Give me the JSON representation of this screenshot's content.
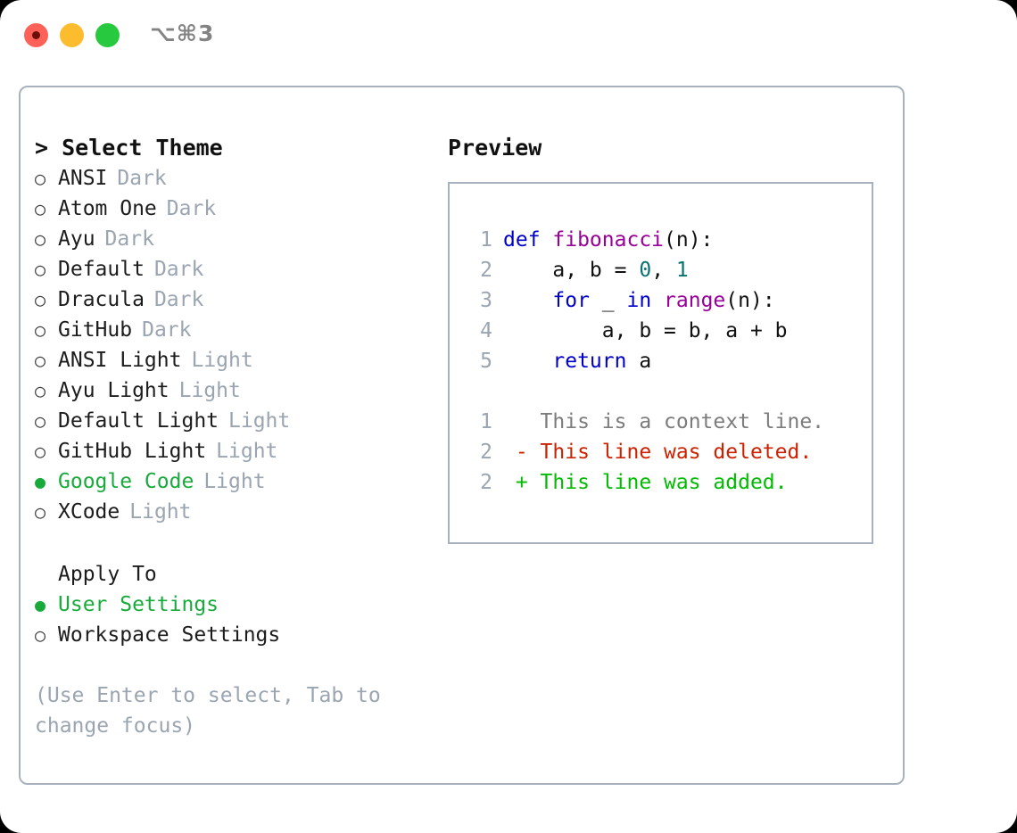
{
  "titlebar": {
    "shortcut": "⌥⌘3",
    "buttons": [
      "close",
      "minimize",
      "maximize"
    ]
  },
  "theme_picker": {
    "header": "> Select Theme",
    "unselected_marker": "○",
    "selected_marker": "●",
    "items": [
      {
        "name": "ANSI",
        "variant": "Dark",
        "selected": false
      },
      {
        "name": "Atom One",
        "variant": "Dark",
        "selected": false
      },
      {
        "name": "Ayu",
        "variant": "Dark",
        "selected": false
      },
      {
        "name": "Default",
        "variant": "Dark",
        "selected": false
      },
      {
        "name": "Dracula",
        "variant": "Dark",
        "selected": false
      },
      {
        "name": "GitHub",
        "variant": "Dark",
        "selected": false
      },
      {
        "name": "ANSI Light",
        "variant": "Light",
        "selected": false
      },
      {
        "name": "Ayu Light",
        "variant": "Light",
        "selected": false
      },
      {
        "name": "Default Light",
        "variant": "Light",
        "selected": false
      },
      {
        "name": "GitHub Light",
        "variant": "Light",
        "selected": false
      },
      {
        "name": "Google Code",
        "variant": "Light",
        "selected": true
      },
      {
        "name": "XCode",
        "variant": "Light",
        "selected": false
      }
    ]
  },
  "apply_to": {
    "header": "Apply To",
    "items": [
      {
        "name": "User Settings",
        "selected": true
      },
      {
        "name": "Workspace Settings",
        "selected": false
      }
    ]
  },
  "hint": "(Use Enter to select, Tab to change focus)",
  "preview": {
    "title": "Preview",
    "code_lines": [
      {
        "num": "1",
        "tokens": [
          {
            "text": "def ",
            "cls": "tok-kw"
          },
          {
            "text": "fibonacci",
            "cls": "tok-fn"
          },
          {
            "text": "(n):",
            "cls": "tok-txt"
          }
        ]
      },
      {
        "num": "2",
        "tokens": [
          {
            "text": "    a, b = ",
            "cls": "tok-txt"
          },
          {
            "text": "0",
            "cls": "tok-num"
          },
          {
            "text": ", ",
            "cls": "tok-txt"
          },
          {
            "text": "1",
            "cls": "tok-num"
          }
        ]
      },
      {
        "num": "3",
        "tokens": [
          {
            "text": "    ",
            "cls": "tok-txt"
          },
          {
            "text": "for",
            "cls": "tok-kw"
          },
          {
            "text": " _ ",
            "cls": "tok-txt"
          },
          {
            "text": "in",
            "cls": "tok-kw"
          },
          {
            "text": " ",
            "cls": "tok-txt"
          },
          {
            "text": "range",
            "cls": "tok-fn"
          },
          {
            "text": "(n):",
            "cls": "tok-txt"
          }
        ]
      },
      {
        "num": "4",
        "tokens": [
          {
            "text": "        a, b = b, a + b",
            "cls": "tok-txt"
          }
        ]
      },
      {
        "num": "5",
        "tokens": [
          {
            "text": "    ",
            "cls": "tok-txt"
          },
          {
            "text": "return",
            "cls": "tok-kw"
          },
          {
            "text": " a",
            "cls": "tok-txt"
          }
        ]
      }
    ],
    "diff_lines": [
      {
        "num": "1",
        "tokens": [
          {
            "text": "   This is a context line.",
            "cls": "tok-ctx"
          }
        ]
      },
      {
        "num": "2",
        "tokens": [
          {
            "text": " - This line was deleted.",
            "cls": "tok-del"
          }
        ]
      },
      {
        "num": "2",
        "tokens": [
          {
            "text": " + This line was added.",
            "cls": "tok-add"
          }
        ]
      }
    ]
  },
  "colors": {
    "accent_green": "#18ab3c",
    "muted": "#9aa5b1",
    "border": "#a8b2bf",
    "keyword": "#0000cc",
    "function": "#990099",
    "number": "#0b7272",
    "deleted": "#cc2200",
    "added": "#00bb00"
  }
}
